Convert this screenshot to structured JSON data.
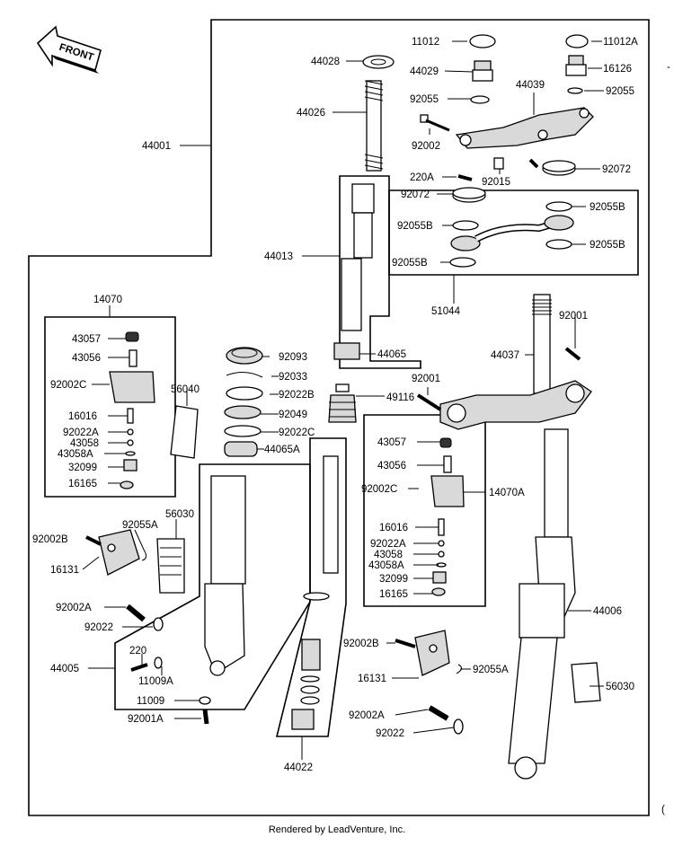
{
  "diagram": {
    "front_label": "FRONT",
    "parts": [
      {
        "id": "p11012",
        "label": "11012"
      },
      {
        "id": "p11012A",
        "label": "11012A"
      },
      {
        "id": "p44028",
        "label": "44028"
      },
      {
        "id": "p44029",
        "label": "44029"
      },
      {
        "id": "p16126",
        "label": "16126"
      },
      {
        "id": "p92055a",
        "label": "92055"
      },
      {
        "id": "p92055b",
        "label": "92055"
      },
      {
        "id": "p44039",
        "label": "44039"
      },
      {
        "id": "p44026",
        "label": "44026"
      },
      {
        "id": "p44001",
        "label": "44001"
      },
      {
        "id": "p92002",
        "label": "92002"
      },
      {
        "id": "p220A",
        "label": "220A"
      },
      {
        "id": "p92015",
        "label": "92015"
      },
      {
        "id": "p92072a",
        "label": "92072"
      },
      {
        "id": "p92072b",
        "label": "92072"
      },
      {
        "id": "p92055Ba",
        "label": "92055B"
      },
      {
        "id": "p92055Bb",
        "label": "92055B"
      },
      {
        "id": "p92055Bc",
        "label": "92055B"
      },
      {
        "id": "p92055Bd",
        "label": "92055B"
      },
      {
        "id": "p44013",
        "label": "44013"
      },
      {
        "id": "p51044",
        "label": "51044"
      },
      {
        "id": "p14070",
        "label": "14070"
      },
      {
        "id": "p92001a",
        "label": "92001"
      },
      {
        "id": "p43057a",
        "label": "43057"
      },
      {
        "id": "p92093",
        "label": "92093"
      },
      {
        "id": "p44065",
        "label": "44065"
      },
      {
        "id": "p43056a",
        "label": "43056"
      },
      {
        "id": "p92033",
        "label": "92033"
      },
      {
        "id": "p44037",
        "label": "44037"
      },
      {
        "id": "p92002Ca",
        "label": "92002C"
      },
      {
        "id": "p56040",
        "label": "56040"
      },
      {
        "id": "p92022B",
        "label": "92022B"
      },
      {
        "id": "p49116",
        "label": "49116"
      },
      {
        "id": "p92001b",
        "label": "92001"
      },
      {
        "id": "p16016a",
        "label": "16016"
      },
      {
        "id": "p92049",
        "label": "92049"
      },
      {
        "id": "p92022Aa",
        "label": "92022A"
      },
      {
        "id": "p43058a",
        "label": "43058"
      },
      {
        "id": "p92022C",
        "label": "92022C"
      },
      {
        "id": "p43058Aa",
        "label": "43058A"
      },
      {
        "id": "p44065A",
        "label": "44065A"
      },
      {
        "id": "p43057b",
        "label": "43057"
      },
      {
        "id": "p32099a",
        "label": "32099"
      },
      {
        "id": "p43056b",
        "label": "43056"
      },
      {
        "id": "p16165a",
        "label": "16165"
      },
      {
        "id": "p92002Cb",
        "label": "92002C"
      },
      {
        "id": "p14070A",
        "label": "14070A"
      },
      {
        "id": "p56030a",
        "label": "56030"
      },
      {
        "id": "p92055Aa",
        "label": "92055A"
      },
      {
        "id": "p16016b",
        "label": "16016"
      },
      {
        "id": "p92002Ba",
        "label": "92002B"
      },
      {
        "id": "p92022Ab",
        "label": "92022A"
      },
      {
        "id": "p43058b",
        "label": "43058"
      },
      {
        "id": "p43058Ab",
        "label": "43058A"
      },
      {
        "id": "p16131a",
        "label": "16131"
      },
      {
        "id": "p32099b",
        "label": "32099"
      },
      {
        "id": "p16165b",
        "label": "16165"
      },
      {
        "id": "p92002Aa",
        "label": "92002A"
      },
      {
        "id": "p44006",
        "label": "44006"
      },
      {
        "id": "p92022a",
        "label": "92022"
      },
      {
        "id": "p92002Bb",
        "label": "92002B"
      },
      {
        "id": "p220",
        "label": "220"
      },
      {
        "id": "p44005",
        "label": "44005"
      },
      {
        "id": "p92055Ab",
        "label": "92055A"
      },
      {
        "id": "p16131b",
        "label": "16131"
      },
      {
        "id": "p11009A",
        "label": "11009A"
      },
      {
        "id": "p56030b",
        "label": "56030"
      },
      {
        "id": "p11009",
        "label": "11009"
      },
      {
        "id": "p92002Ab",
        "label": "92002A"
      },
      {
        "id": "p92001A",
        "label": "92001A"
      },
      {
        "id": "p92022b",
        "label": "92022"
      },
      {
        "id": "p44022",
        "label": "44022"
      }
    ]
  },
  "footer": "Rendered by LeadVenture, Inc.",
  "corner_mark": "(",
  "edge_mark": "-"
}
